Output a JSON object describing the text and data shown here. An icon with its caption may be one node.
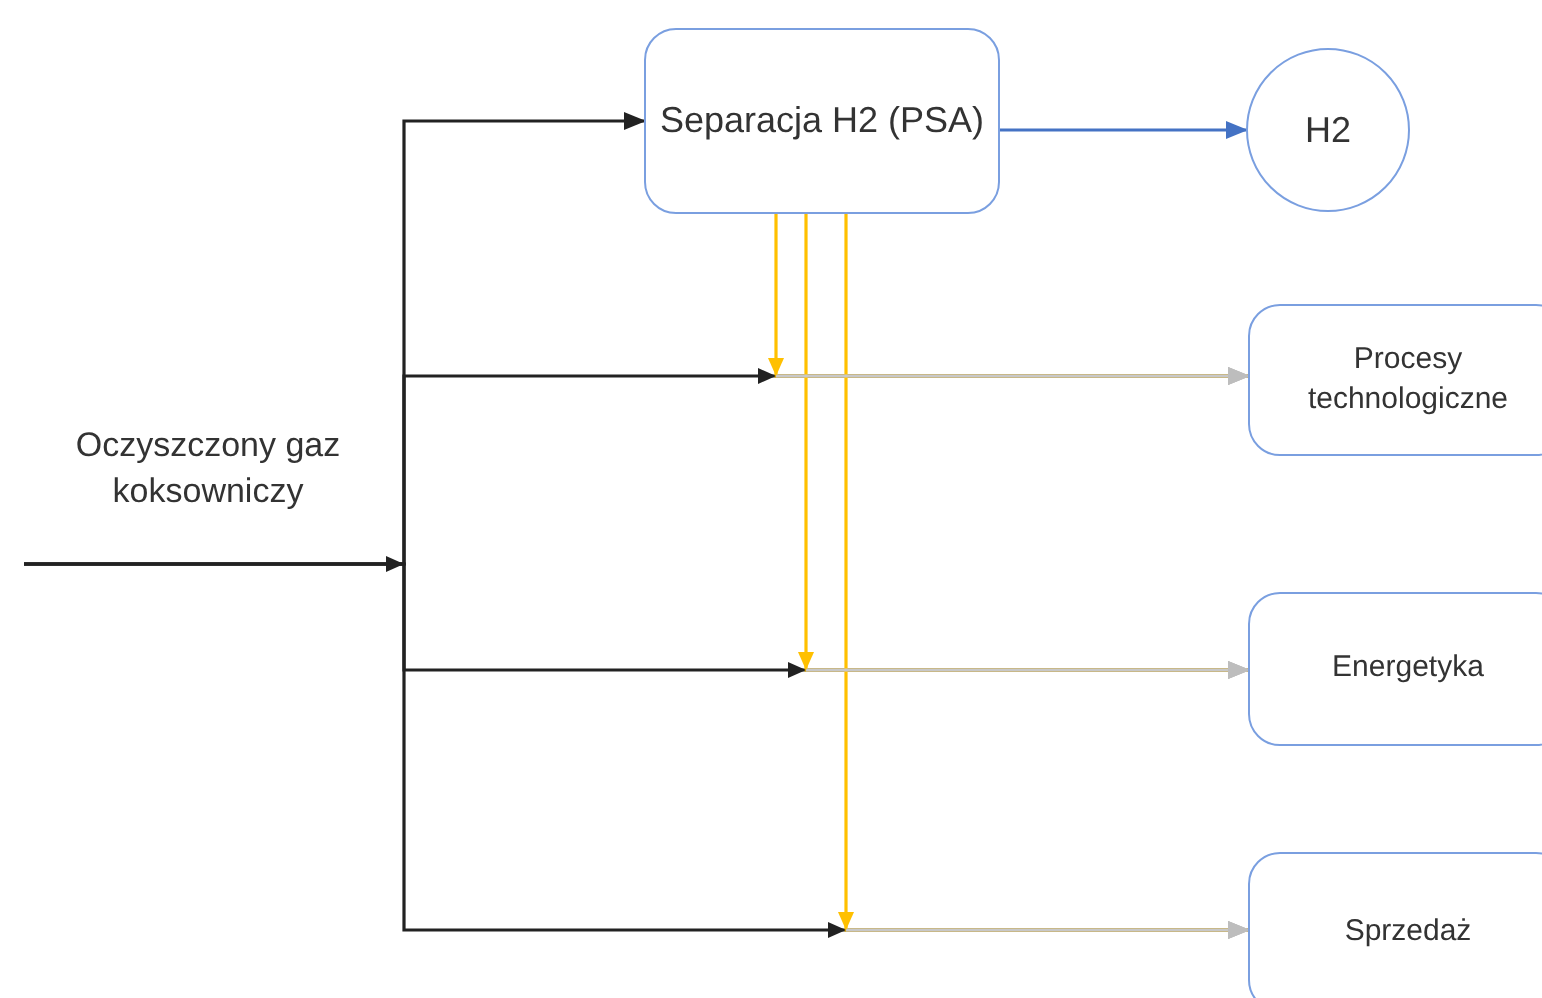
{
  "diagram": {
    "nodes": [
      {
        "text": [
          "Oczyszczony gaz koksowniczy"
        ]
      },
      {
        "text": [
          "Separacja H2 (PSA)"
        ]
      },
      {
        "text": [
          "H2"
        ]
      },
      {
        "text": [
          "Procesy technologiczne"
        ]
      },
      {
        "text": [
          "Energetyka"
        ]
      },
      {
        "text": [
          "Sprzedaż"
        ]
      }
    ],
    "edges": [
      {
        "from": 0,
        "to": 1,
        "arrow": "to"
      },
      {
        "from": 0,
        "to": 3,
        "arrow": "to"
      },
      {
        "from": 0,
        "to": 4,
        "arrow": "to"
      },
      {
        "from": 0,
        "to": 5,
        "arrow": "to"
      },
      {
        "from": 1,
        "to": 2,
        "arrow": "to",
        "color": "#4472c4"
      },
      {
        "from": 1,
        "to": 3,
        "arrow": "to",
        "color": "#ffc000"
      },
      {
        "from": 1,
        "to": 4,
        "arrow": "to",
        "color": "#ffc000"
      },
      {
        "from": 1,
        "to": 5,
        "arrow": "to",
        "color": "#ffc000"
      }
    ]
  }
}
